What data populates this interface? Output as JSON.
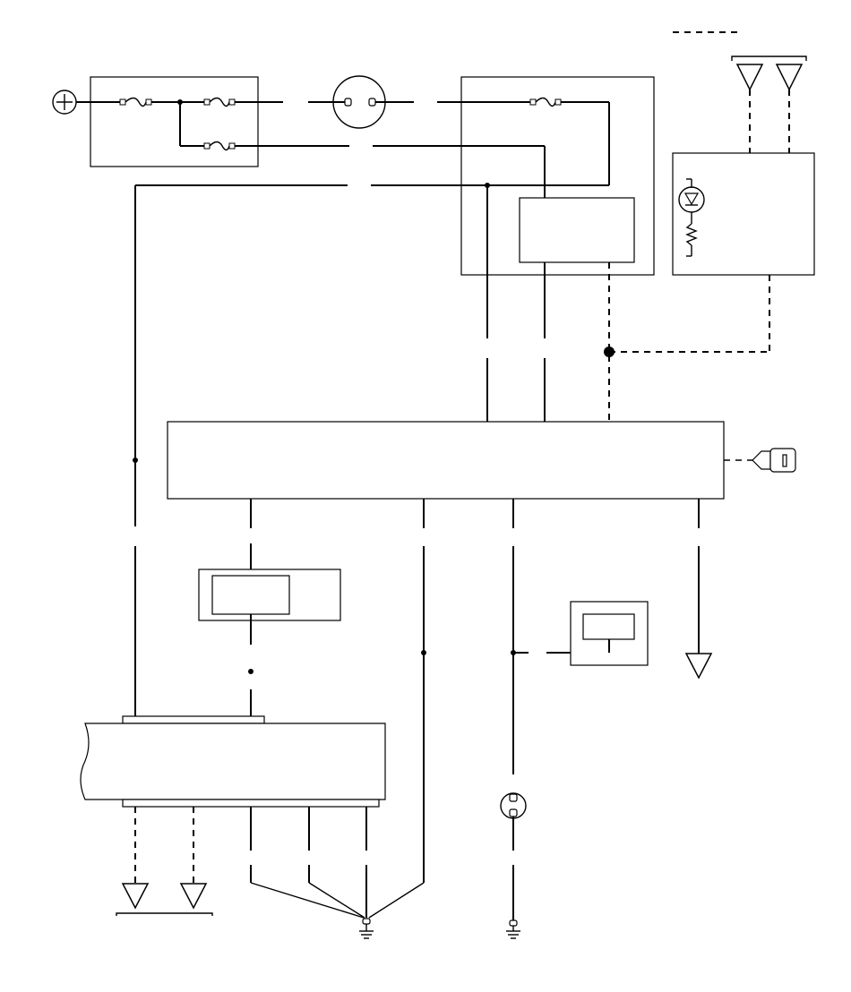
{
  "diagram": {
    "kind": "wiring-schematic",
    "line_color": "#000000",
    "background": "#ffffff",
    "components": [
      "battery-positive",
      "fuse-box",
      "connector-circle",
      "relay-unit",
      "indicator-unit",
      "control-module",
      "key-switch",
      "inline-module",
      "sensor-module",
      "harness-block",
      "ground-terminals",
      "antenna-triangles"
    ],
    "text_labels": []
  }
}
